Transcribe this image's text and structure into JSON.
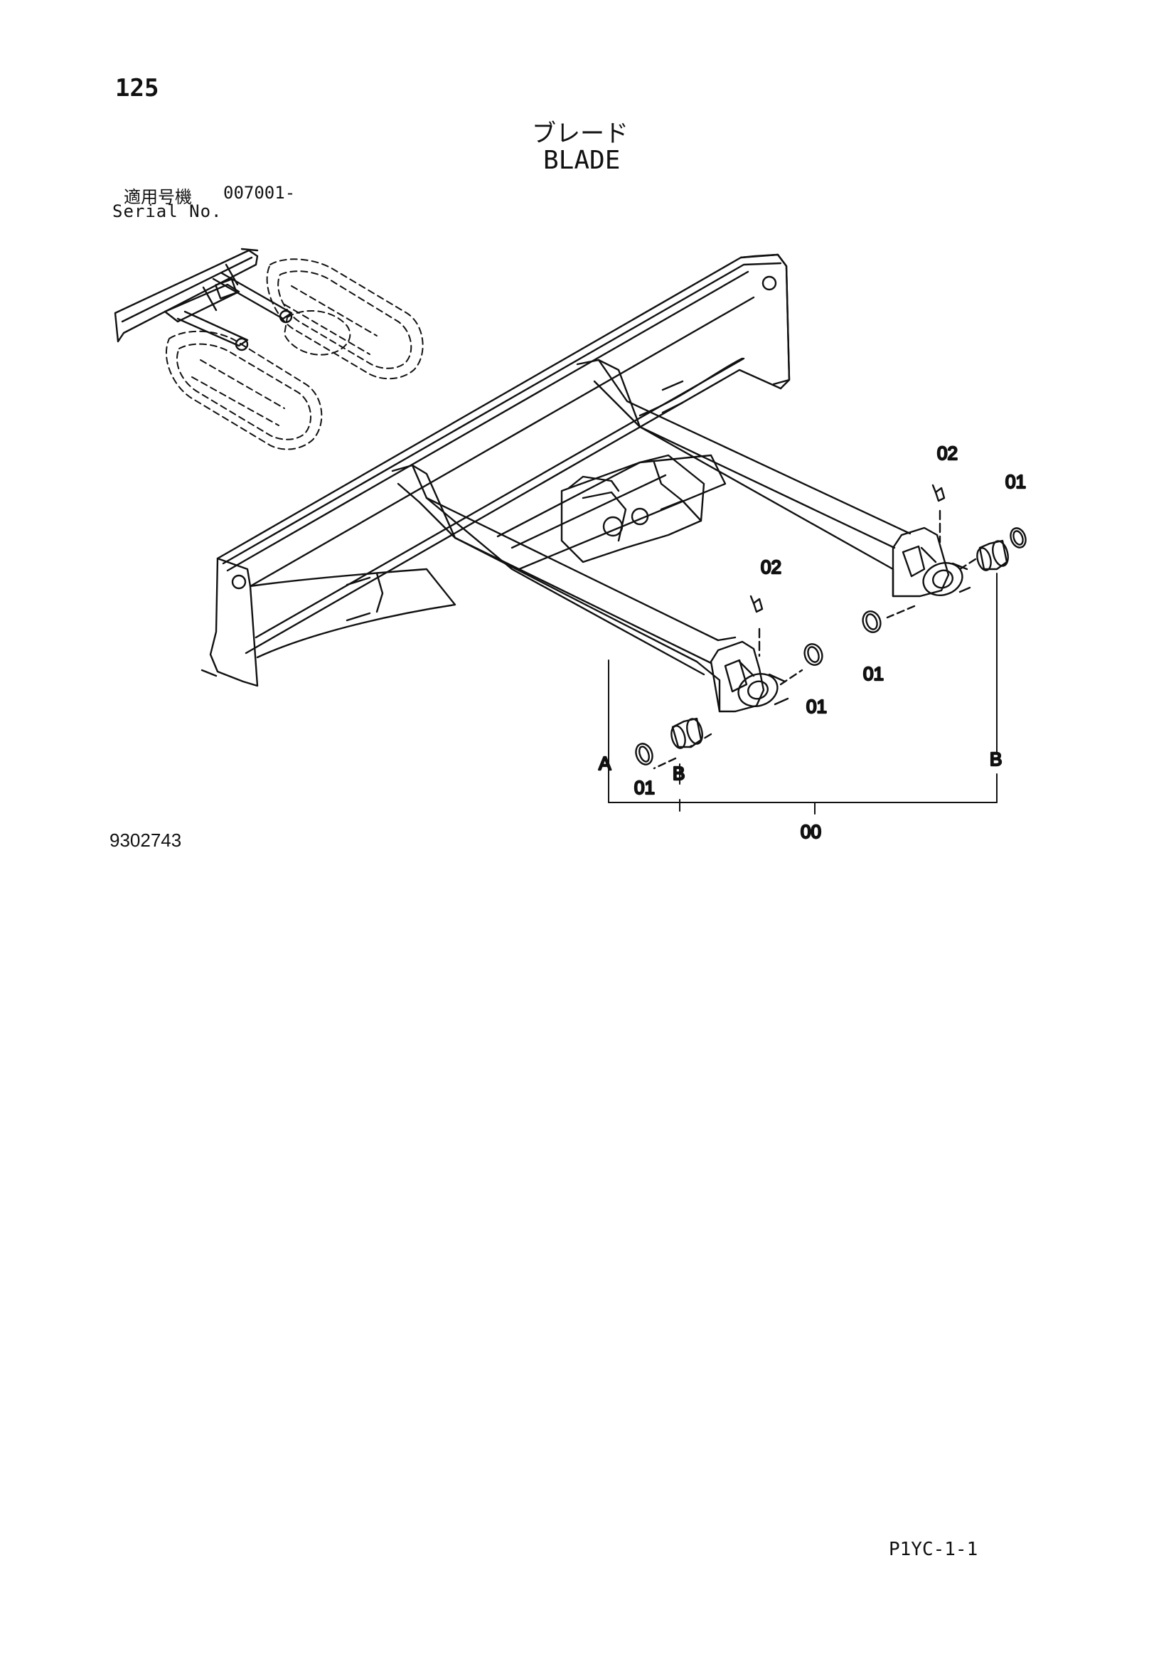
{
  "header": {
    "page_number": "125",
    "title_jp": "ブレード",
    "title_en": "BLADE",
    "serial_label_jp": "適用号機",
    "serial_range": "007001-",
    "serial_label_en": "Serial No."
  },
  "callouts": {
    "c02_right": "02",
    "c01_right_top": "01",
    "c02_center": "02",
    "c01_center_right": "01",
    "c01_center": "01",
    "c01_bottom": "01",
    "label_a": "A",
    "label_b_left": "B",
    "label_b_right": "B",
    "assembly": "00"
  },
  "footer": {
    "drawing_number": "9302743",
    "page_code": "P1YC-1-1"
  }
}
